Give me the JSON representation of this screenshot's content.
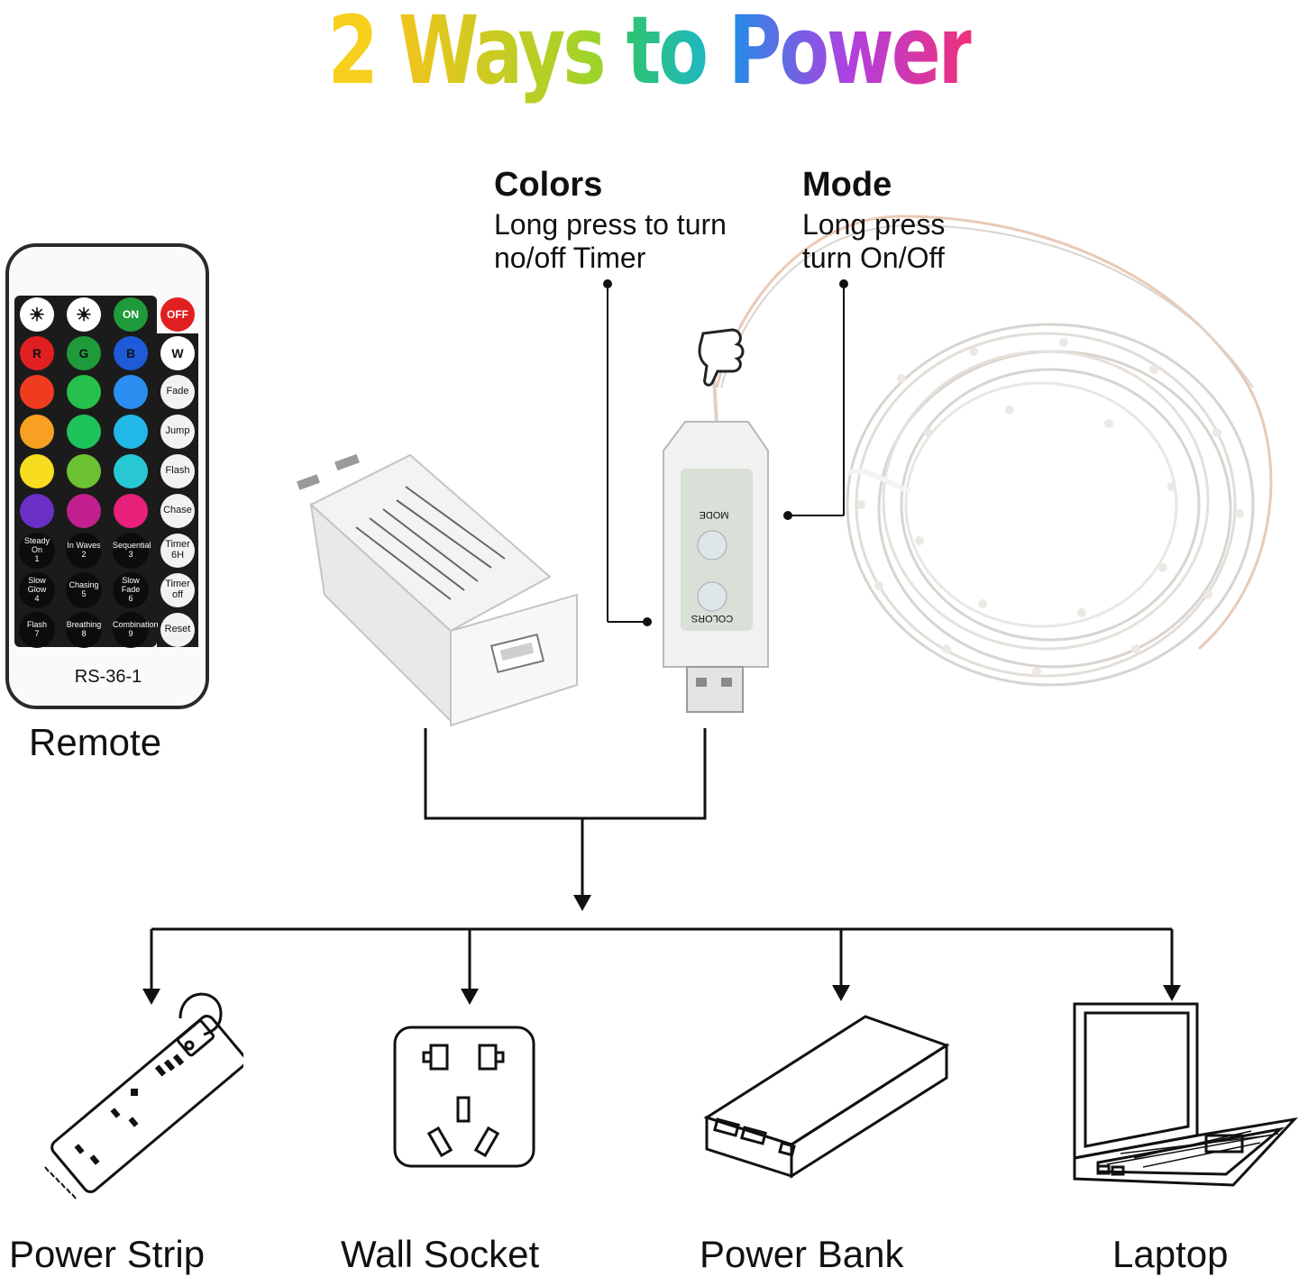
{
  "title": {
    "words": [
      "2",
      "Ways",
      "to",
      "Power"
    ],
    "colors": [
      "#f6d01c",
      "#9bd42a",
      "#22c4a0",
      "#1f8ee8",
      "#b040e0",
      "#f0307a"
    ]
  },
  "remote": {
    "caption": "Remote",
    "model": "RS-36-1",
    "top_buttons": [
      {
        "icon": "brightness-down-icon"
      },
      {
        "icon": "brightness-up-icon"
      },
      {
        "label": "ON",
        "color": "#1f9a3a"
      },
      {
        "label": "OFF",
        "color": "#e02020"
      }
    ],
    "rgbw": [
      {
        "label": "R",
        "color": "#e02020"
      },
      {
        "label": "G",
        "color": "#1f9a3a"
      },
      {
        "label": "B",
        "color": "#1e5bd8"
      },
      {
        "label": "W",
        "color": "#ffffff"
      }
    ],
    "color_grid": [
      "#f03b20",
      "#25c14a",
      "#2b8ef0",
      "#f7a021",
      "#1ec25b",
      "#22b8e8",
      "#f7dc1f",
      "#6cc232",
      "#27c8d4",
      "#6a2fc7",
      "#c2208f",
      "#e8207a"
    ],
    "side_buttons": [
      "Fade",
      "Jump",
      "Flash",
      "Chase"
    ],
    "side_timer": [
      [
        "Timer",
        "6H"
      ],
      [
        "Timer",
        "off"
      ]
    ],
    "side_reset": "Reset",
    "mode_buttons": [
      [
        "Steady On",
        "1"
      ],
      [
        "In Waves",
        "2"
      ],
      [
        "Sequential",
        "3"
      ],
      [
        "Slow Glow",
        "4"
      ],
      [
        "Chasing",
        "5"
      ],
      [
        "Slow Fade",
        "6"
      ],
      [
        "Flash",
        "7"
      ],
      [
        "Breathing",
        "8"
      ],
      [
        "Combination",
        "9"
      ]
    ]
  },
  "controller": {
    "colors_heading": "Colors",
    "colors_desc_line1": "Long press to turn",
    "colors_desc_line2": "no/off Timer",
    "mode_heading": "Mode",
    "mode_desc_line1": "Long press",
    "mode_desc_line2": "turn On/Off",
    "button_mode": "MODE",
    "button_colors": "COLORS"
  },
  "power_sources": [
    {
      "label": "Power Strip",
      "icon": "power-strip-icon"
    },
    {
      "label": "Wall Socket",
      "icon": "wall-socket-icon"
    },
    {
      "label": "Power Bank",
      "icon": "power-bank-icon"
    },
    {
      "label": "Laptop",
      "icon": "laptop-icon"
    }
  ]
}
